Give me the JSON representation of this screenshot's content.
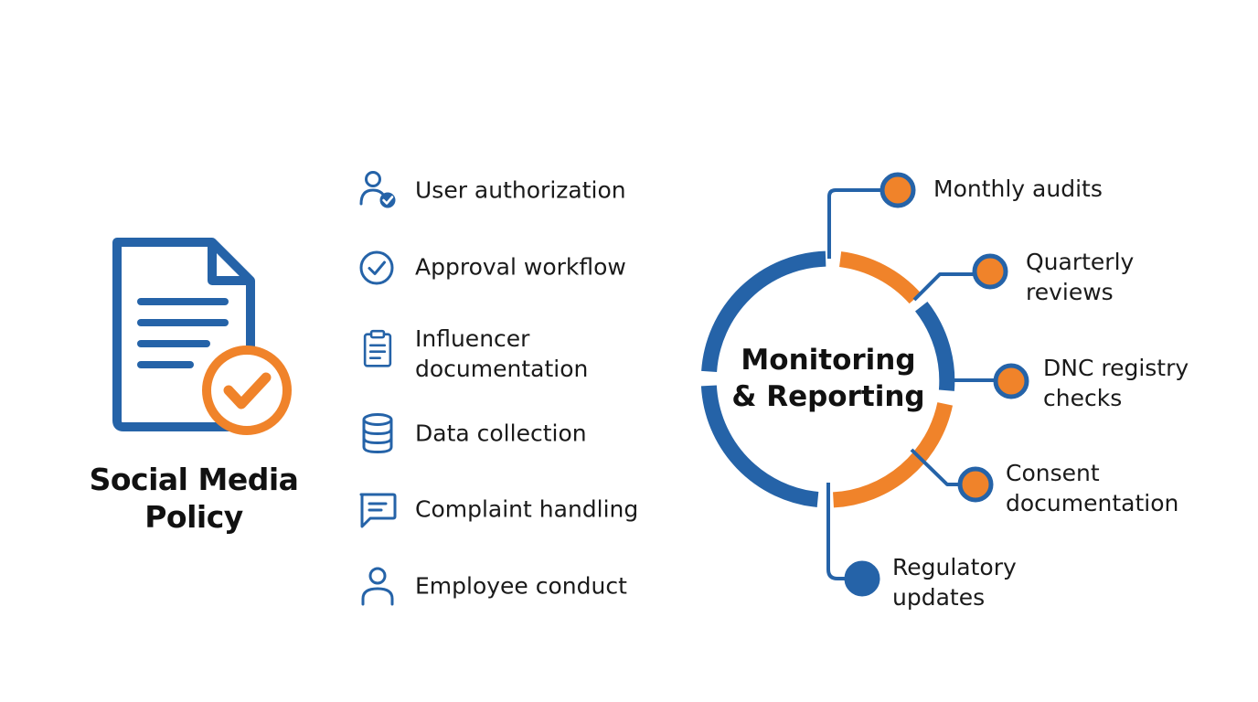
{
  "colors": {
    "blue": "#2563a8",
    "orange": "#f0832a",
    "text": "#1a1a1a"
  },
  "policy": {
    "title": "Social Media Policy",
    "icon": "document-check-icon"
  },
  "list": [
    {
      "label": "User authorization",
      "icon": "user-check-icon"
    },
    {
      "label": "Approval workflow",
      "icon": "check-circle-icon"
    },
    {
      "label": "Influencer documentation",
      "icon": "clipboard-icon"
    },
    {
      "label": "Data collection",
      "icon": "database-icon"
    },
    {
      "label": "Complaint handling",
      "icon": "chat-bubble-icon"
    },
    {
      "label": "Employee conduct",
      "icon": "user-icon"
    }
  ],
  "monitoring": {
    "title": "Monitoring & Reporting",
    "nodes": [
      {
        "label": "Monthly audits",
        "color": "orange"
      },
      {
        "label": "Quarterly reviews",
        "color": "orange"
      },
      {
        "label": "DNC registry checks",
        "color": "orange"
      },
      {
        "label": "Consent documentation",
        "color": "orange"
      },
      {
        "label": "Regulatory updates",
        "color": "blue"
      }
    ]
  }
}
